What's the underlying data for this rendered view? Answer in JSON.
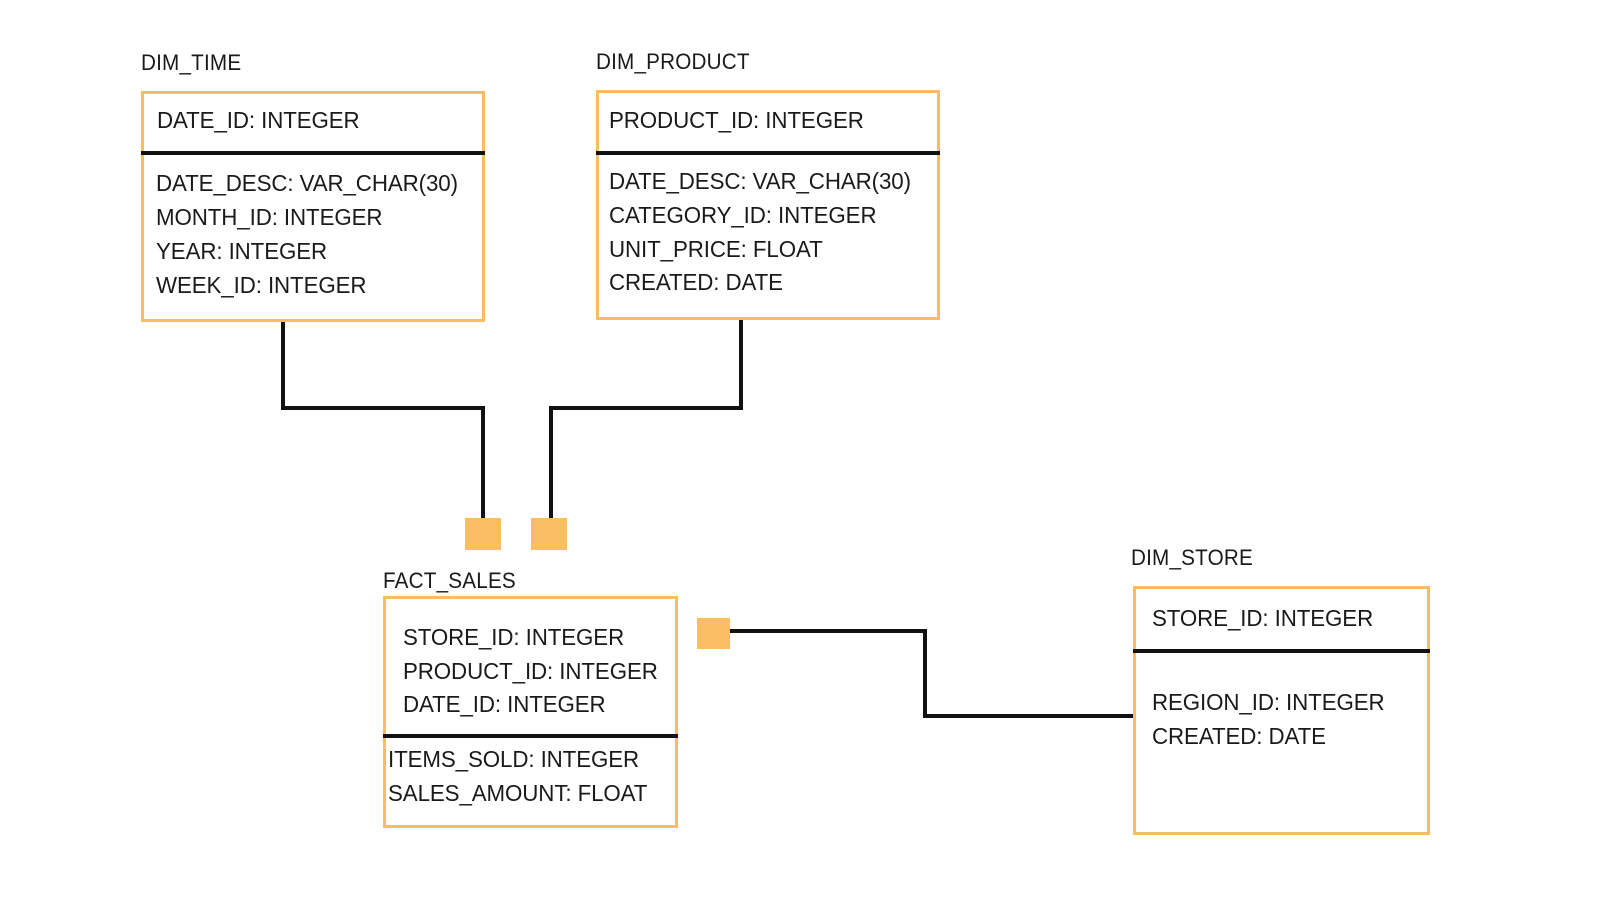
{
  "diagram": {
    "title_style": "star-schema",
    "colors": {
      "table_border": "#f7bd63",
      "endpoint_fill": "#fbbe63",
      "divider": "#111111",
      "connector": "#111111",
      "text": "#1a1a1a",
      "background": "#ffffff"
    }
  },
  "tables": [
    {
      "id": "dim_time",
      "name": "DIM_TIME",
      "keys": [
        "DATE_ID: INTEGER"
      ],
      "attributes": [
        "DATE_DESC: VAR_CHAR(30)",
        "MONTH_ID: INTEGER",
        "YEAR: INTEGER",
        "WEEK_ID: INTEGER"
      ]
    },
    {
      "id": "dim_product",
      "name": "DIM_PRODUCT",
      "keys": [
        "PRODUCT_ID: INTEGER"
      ],
      "attributes": [
        "DATE_DESC: VAR_CHAR(30)",
        "CATEGORY_ID: INTEGER",
        "UNIT_PRICE: FLOAT",
        "CREATED: DATE"
      ]
    },
    {
      "id": "fact_sales",
      "name": "FACT_SALES",
      "keys": [
        "STORE_ID: INTEGER",
        "PRODUCT_ID: INTEGER",
        "DATE_ID: INTEGER"
      ],
      "attributes": [
        "ITEMS_SOLD: INTEGER",
        "SALES_AMOUNT: FLOAT"
      ]
    },
    {
      "id": "dim_store",
      "name": "DIM_STORE",
      "keys": [
        "STORE_ID: INTEGER"
      ],
      "attributes": [
        "REGION_ID: INTEGER",
        "CREATED: DATE"
      ]
    }
  ],
  "relationships": [
    {
      "id": "rel_time_fact",
      "from": "DIM_TIME",
      "to": "FACT_SALES"
    },
    {
      "id": "rel_product_fact",
      "from": "DIM_PRODUCT",
      "to": "FACT_SALES"
    },
    {
      "id": "rel_fact_store",
      "from": "FACT_SALES",
      "to": "DIM_STORE"
    }
  ]
}
